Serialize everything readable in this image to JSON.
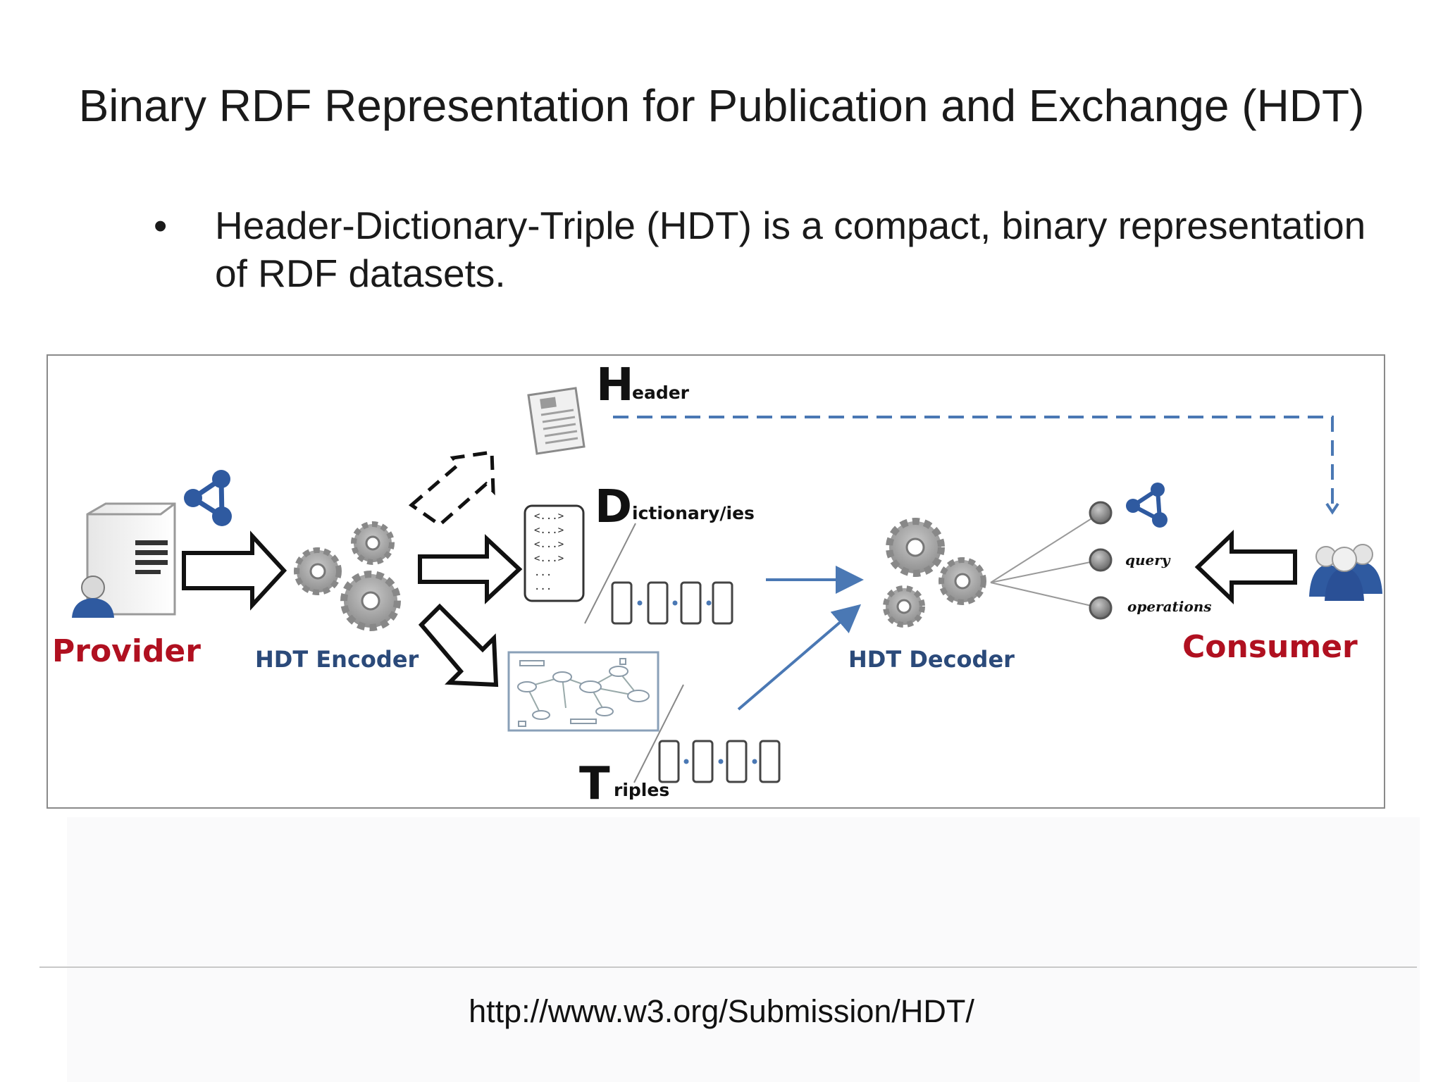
{
  "slide": {
    "title": "Binary RDF Representation for Publication and Exchange (HDT)",
    "bullet_marker": "•",
    "bullet_line1": "Header-Dictionary-Triple (HDT) is a compact, binary representation",
    "bullet_line2": "of RDF datasets."
  },
  "diagram": {
    "provider_label": "Provider",
    "encoder_label": "HDT Encoder",
    "decoder_label": "HDT Decoder",
    "consumer_label": "Consumer",
    "header_initial": "H",
    "header_rest": "eader",
    "dictionary_initial": "D",
    "dictionary_rest": "ictionary/ies",
    "triples_initial": "T",
    "triples_rest": "riples",
    "query_label": "query",
    "operations_label": "operations",
    "dict_doc_lines": [
      "<...>",
      "<...>",
      "<...>",
      "<...>",
      "...",
      "..."
    ],
    "colors": {
      "provider_red": "#b01020",
      "label_blue": "#2b4a7a",
      "arrow_blue": "#4a78b4",
      "icon_blue": "#2f5aa0"
    }
  },
  "footer": {
    "url": "http://www.w3.org/Submission/HDT/"
  }
}
